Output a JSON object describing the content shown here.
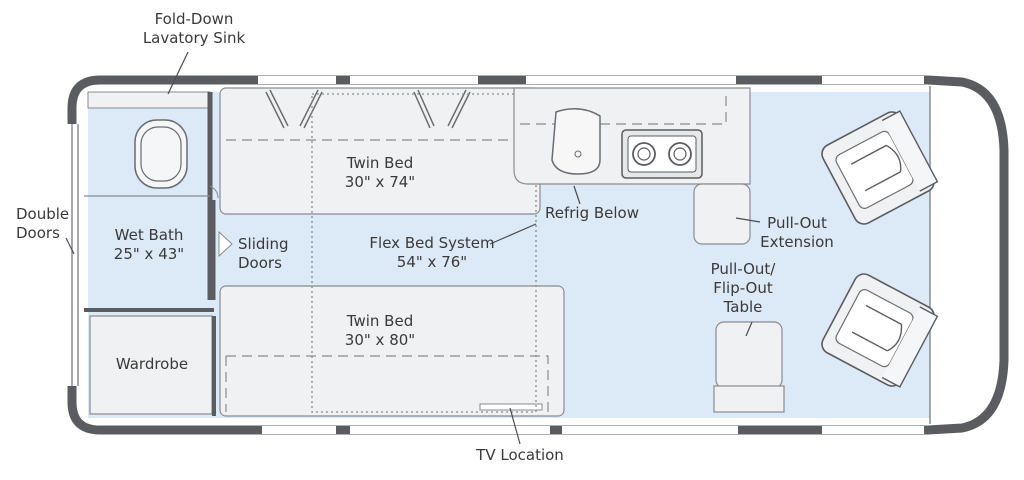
{
  "labels": {
    "lavatory_sink": [
      "Fold-Down",
      "Lavatory Sink"
    ],
    "double_doors": [
      "Double",
      "Doors"
    ],
    "wet_bath": [
      "Wet Bath",
      "25\" x 43\""
    ],
    "sliding_doors": [
      "Sliding",
      "Doors"
    ],
    "wardrobe": "Wardrobe",
    "twin_bed_top": [
      "Twin Bed",
      "30\" x 74\""
    ],
    "twin_bed_bottom": [
      "Twin Bed",
      "30\" x 80\""
    ],
    "flex_bed": [
      "Flex Bed System",
      "54\" x 76\""
    ],
    "refrig": "Refrig Below",
    "pull_out_extension": [
      "Pull-Out",
      "Extension"
    ],
    "table": [
      "Pull-Out/",
      "Flip-Out",
      "Table"
    ],
    "tv_location": "TV Location"
  },
  "colors": {
    "wall": "#5a5c60",
    "floor": "#dce9f7",
    "furniture": "#f0f1f2",
    "furniture_stroke": "#8a8c90",
    "text": "#3a3a3a",
    "window": "#ffffff"
  }
}
